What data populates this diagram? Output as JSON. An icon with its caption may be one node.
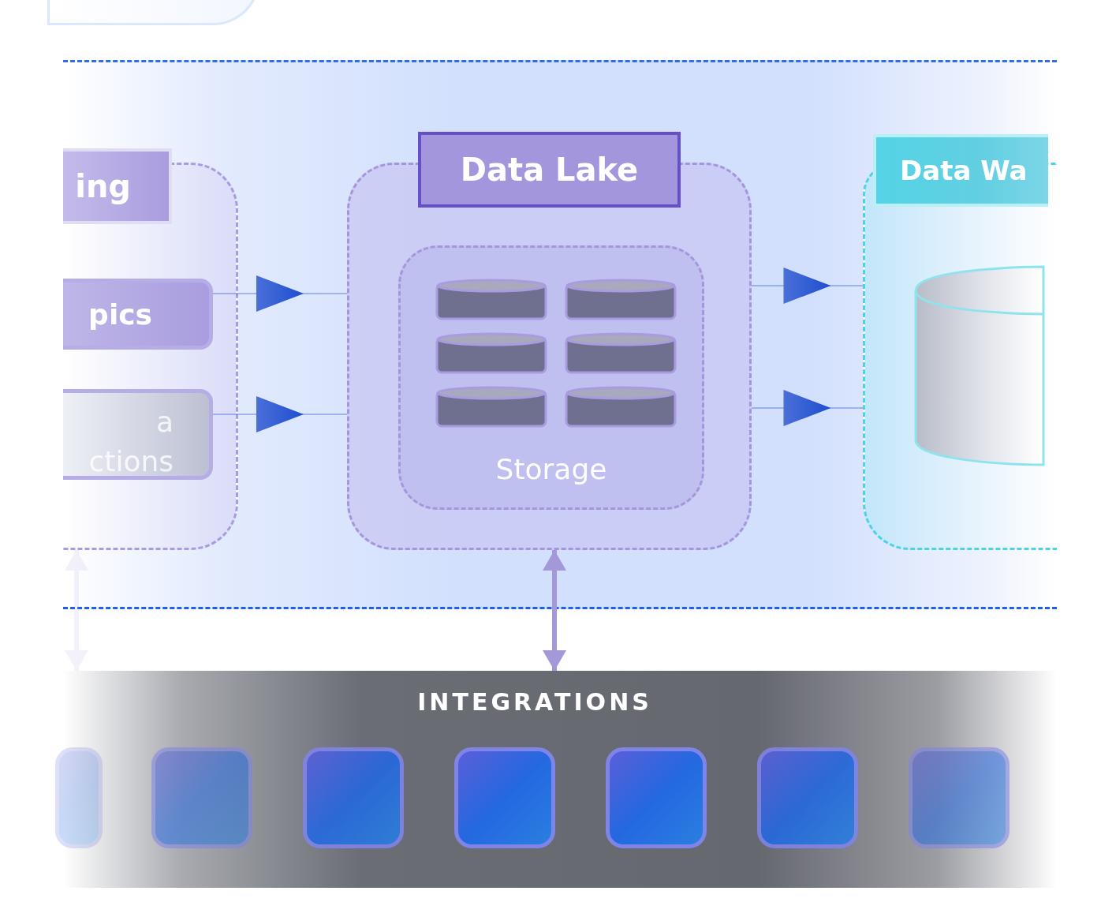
{
  "diagram": {
    "nodes": [
      {
        "text": [],
        "shape": "band"
      },
      {
        "text": [
          "ing"
        ],
        "in": 0
      },
      {
        "text": [
          "pics"
        ],
        "in": 1
      },
      {
        "text": [
          "a ctions"
        ],
        "in": 1
      },
      {
        "text": [
          "Data Lake"
        ],
        "in": 0
      },
      {
        "text": [
          "Storage"
        ],
        "in": 4
      },
      {
        "text": [
          "Data Wa"
        ],
        "in": 0
      },
      {
        "text": [],
        "shape": "cylinder",
        "in": 6
      },
      {
        "text": [
          "INTEGRATIONS"
        ]
      },
      {
        "text": [],
        "shape": "box",
        "in": 8
      },
      {
        "text": [],
        "shape": "box",
        "in": 8
      },
      {
        "text": [],
        "shape": "box",
        "in": 8
      },
      {
        "text": [],
        "shape": "box",
        "in": 8
      },
      {
        "text": [],
        "shape": "box",
        "in": 8
      },
      {
        "text": [],
        "shape": "box",
        "in": 8
      },
      {
        "text": [],
        "shape": "box",
        "in": 8
      }
    ],
    "edges": [
      {
        "from": 2,
        "to": 4,
        "arrow": "to"
      },
      {
        "from": 3,
        "to": 4,
        "arrow": "to"
      },
      {
        "from": 4,
        "to": 6,
        "arrow": "to"
      },
      {
        "from": 4,
        "to": 6,
        "arrow": "to"
      },
      {
        "from": 4,
        "to": 8,
        "arrow": "both",
        "style": "thick",
        "color": "#a598d8"
      },
      {
        "from": 1,
        "to": 8,
        "arrow": "both",
        "style": "thick",
        "color": "#a598d8"
      }
    ]
  }
}
